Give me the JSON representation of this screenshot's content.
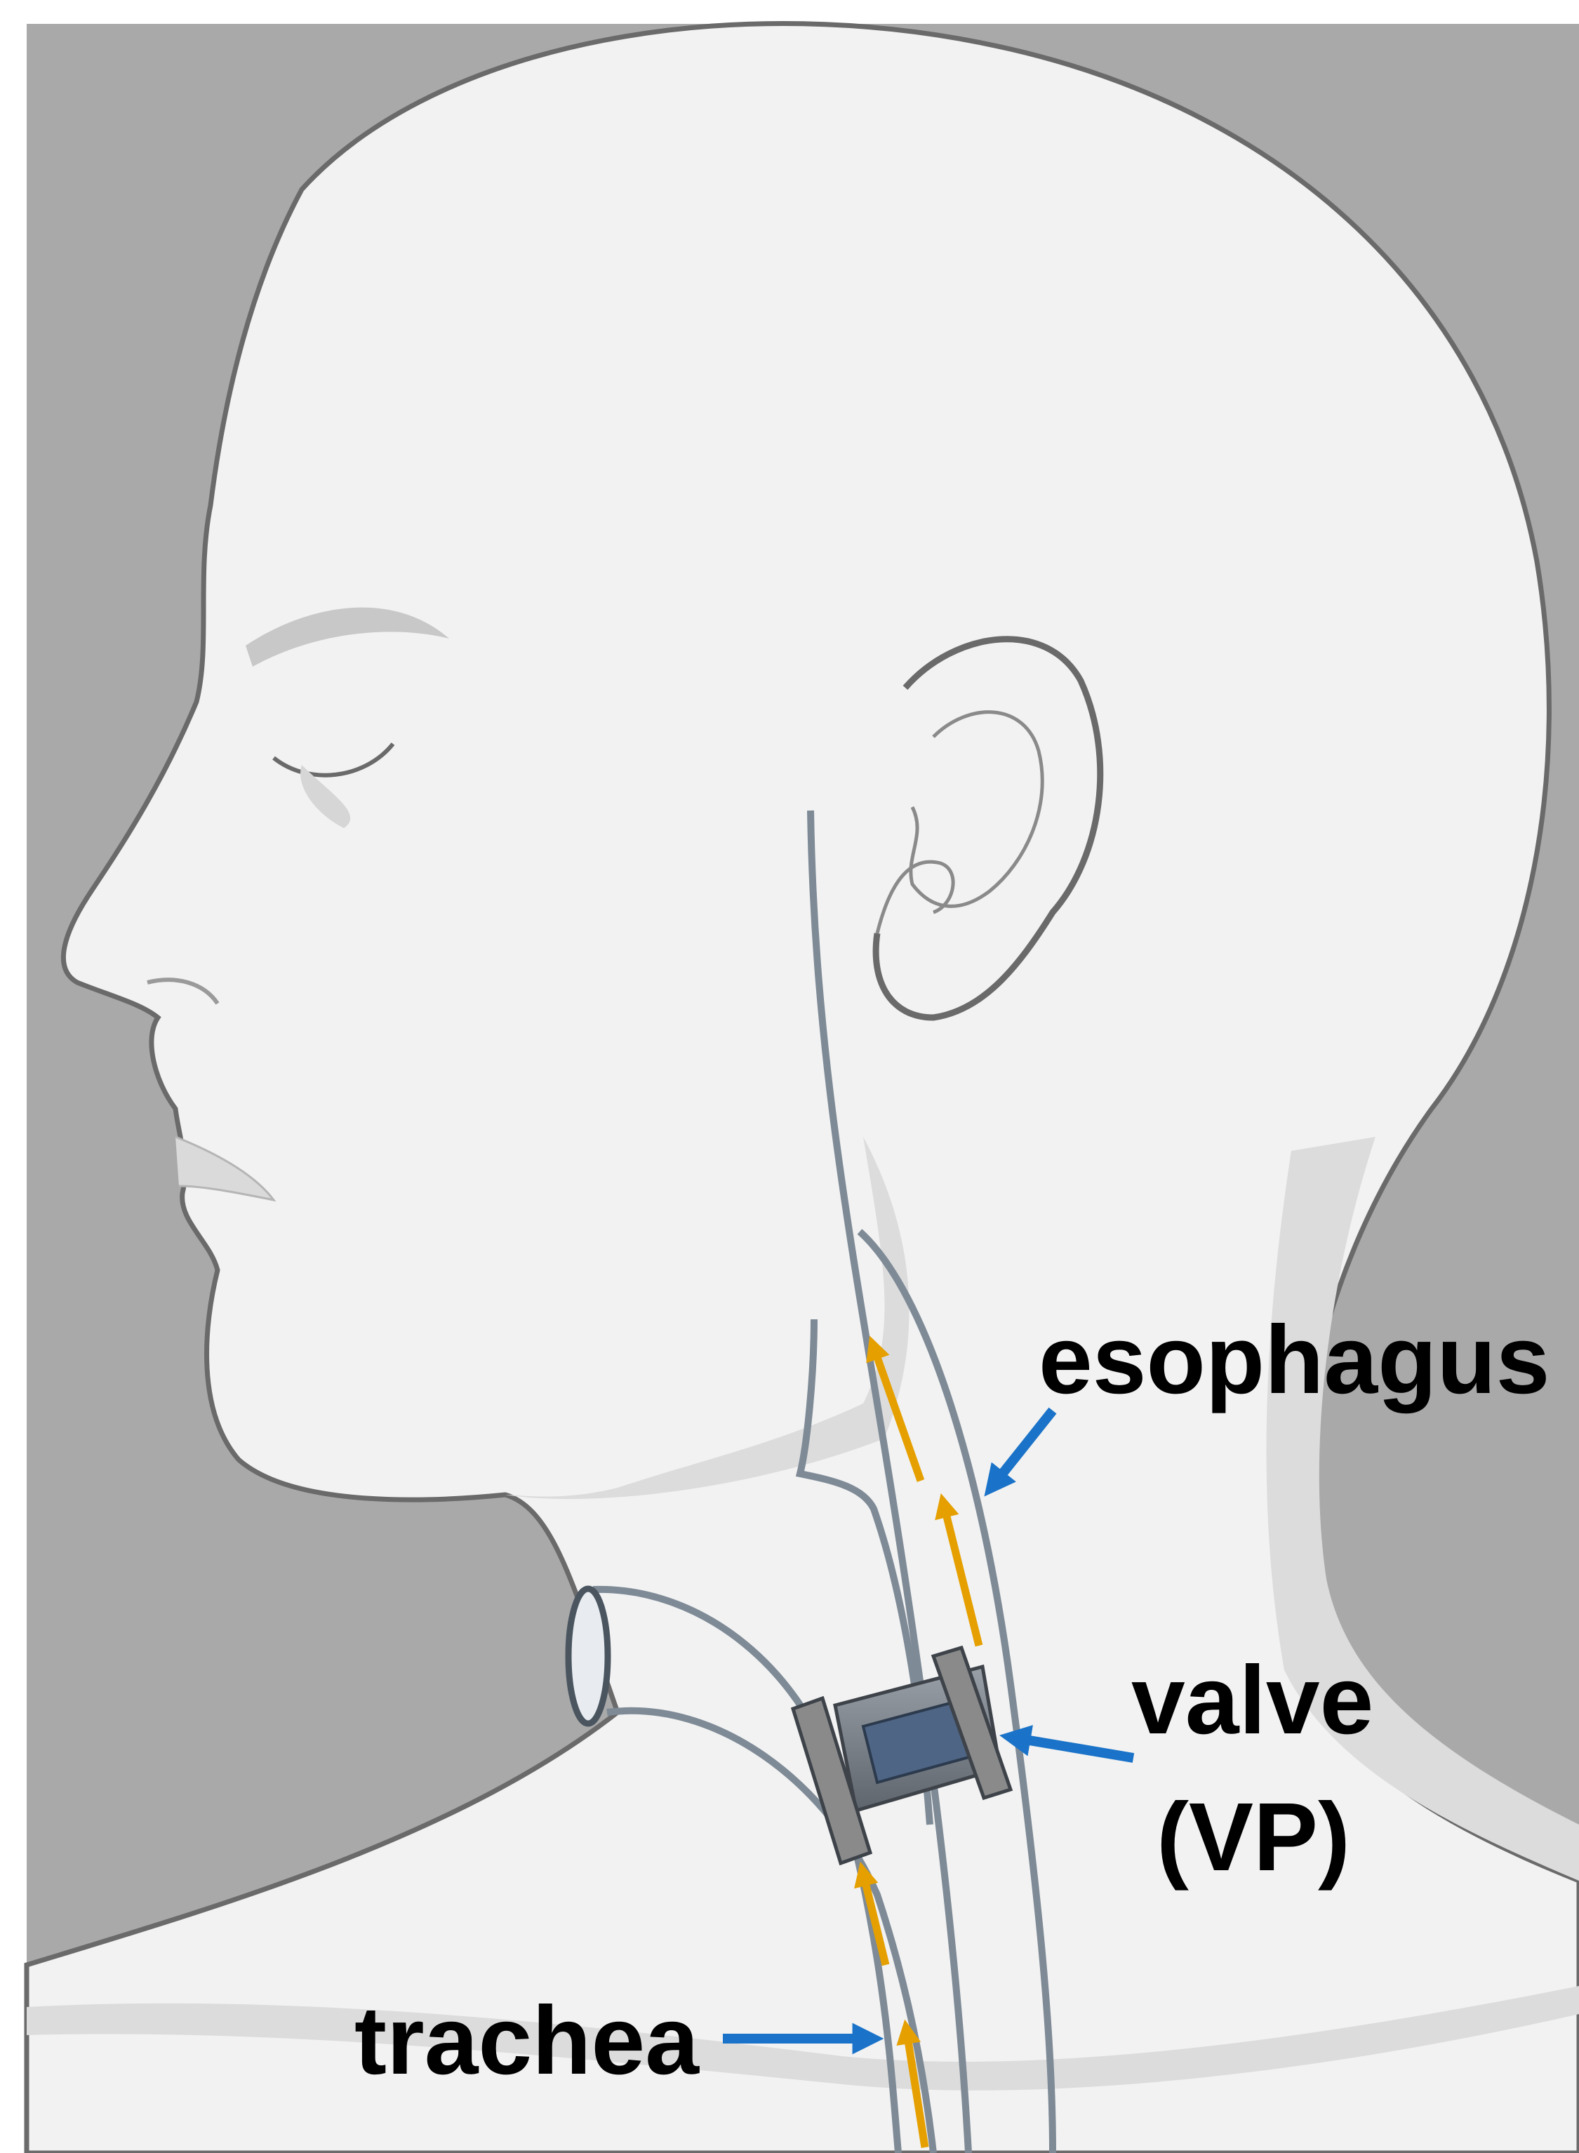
{
  "labels": {
    "esophagus": "esophagus",
    "valve_line1": "valve",
    "valve_line2": "(VP)",
    "trachea": "trachea"
  },
  "colors": {
    "background": "#a9a9a9",
    "skin": "#f2f2f2",
    "skin_shadow": "#dcdcdc",
    "outline": "#6a6a6a",
    "tube_outline": "#7e8a96",
    "airflow_arrow": "#e5a000",
    "pointer_arrow": "#1a73c8",
    "valve_body": "#4e6585",
    "valve_flange": "#8a8a8a",
    "label_text": "#000000"
  },
  "icons": {
    "airflow": "arrow-up-icon",
    "pointer": "arrow-pointer-icon"
  }
}
